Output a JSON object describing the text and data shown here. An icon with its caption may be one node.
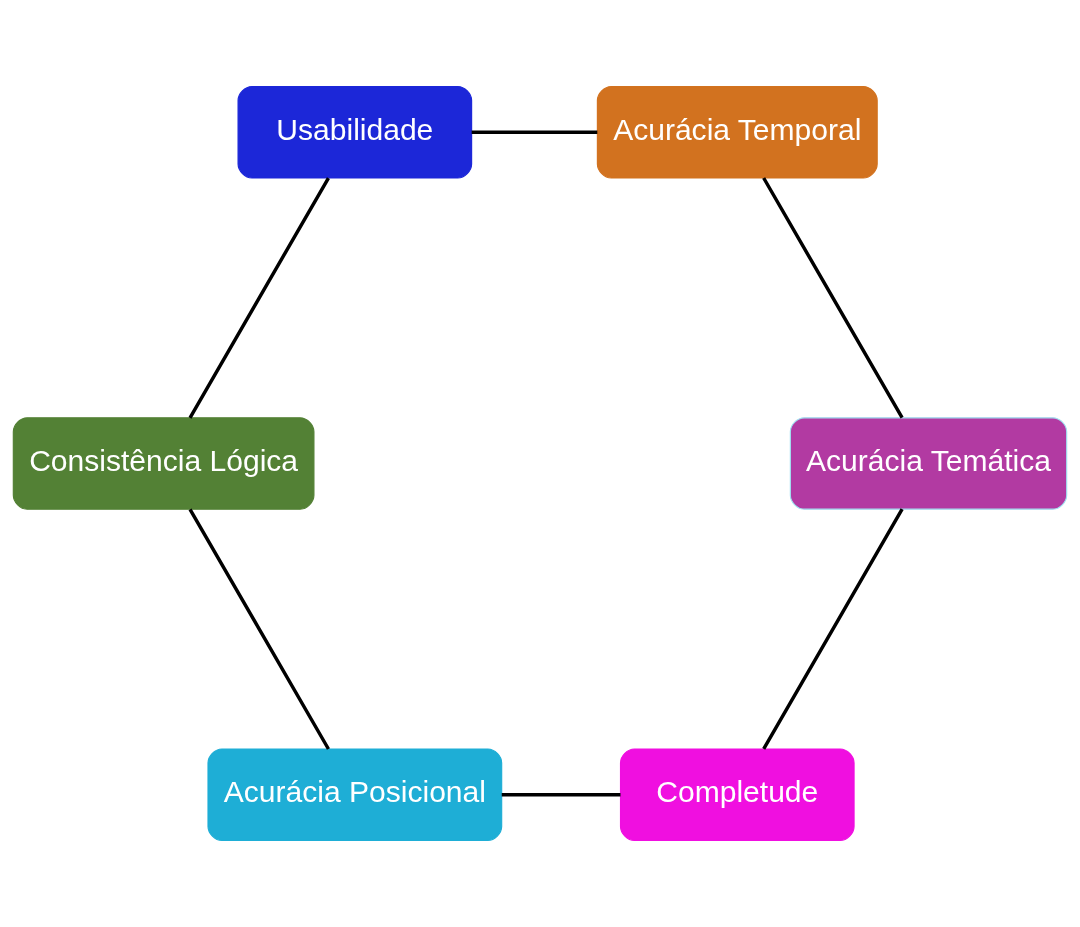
{
  "diagram": {
    "nodes": [
      {
        "text": [
          "Completude"
        ]
      },
      {
        "text": [
          "Acurácia Temática"
        ]
      },
      {
        "text": [
          "Acurácia Posicional"
        ]
      },
      {
        "text": [
          "Acurácia Temporal"
        ]
      },
      {
        "text": [
          "Consistência Lógica"
        ]
      },
      {
        "text": [
          "Usabilidade"
        ]
      }
    ],
    "edges": [
      {
        "from": 0,
        "to": 2,
        "arrow": "none"
      },
      {
        "from": 2,
        "to": 4,
        "arrow": "none"
      },
      {
        "from": 4,
        "to": 5,
        "arrow": "none"
      },
      {
        "from": 5,
        "to": 3,
        "arrow": "none"
      },
      {
        "from": 3,
        "to": 1,
        "arrow": "none"
      },
      {
        "from": 1,
        "to": 0,
        "arrow": "none"
      }
    ]
  }
}
